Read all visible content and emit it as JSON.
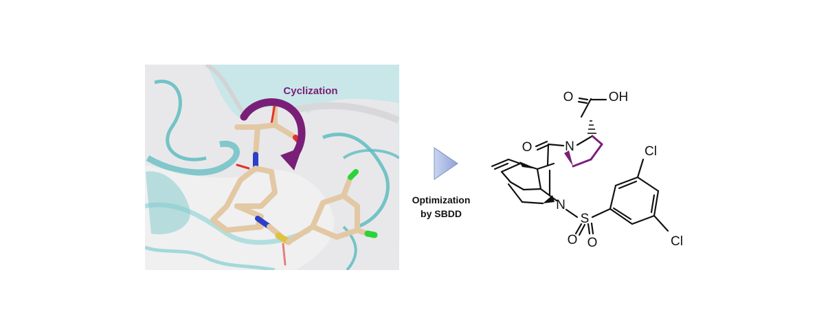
{
  "figure": {
    "cyclization_label": "Cyclization",
    "arrow_label_line1": "Optimization",
    "arrow_label_line2": "by SBDD",
    "colors": {
      "surface": "#e9e9ea",
      "ribbon": "#74c6c9",
      "ligand_carbon": "#e3c8a4",
      "nitrogen": "#2b3fc9",
      "oxygen": "#e0322c",
      "chlorine": "#2bd33a",
      "sulfur": "#e0c241",
      "cyclization_arrow": "#7a1f78",
      "process_arrow": "#9fb2df",
      "highlight_bonds": "#7a1f78"
    },
    "icons": [
      "cyclization-arrow-icon",
      "process-arrow-icon"
    ]
  },
  "molecule": {
    "atoms": {
      "carboxyl_O": "O",
      "carboxyl_OH": "OH",
      "lactam_O": "O",
      "ring_N": "N",
      "sulfonyl_N": "N",
      "S": "S",
      "sulfonyl_O1": "O",
      "sulfonyl_O2": "O",
      "Cl_top": "Cl",
      "Cl_bottom": "Cl"
    }
  }
}
